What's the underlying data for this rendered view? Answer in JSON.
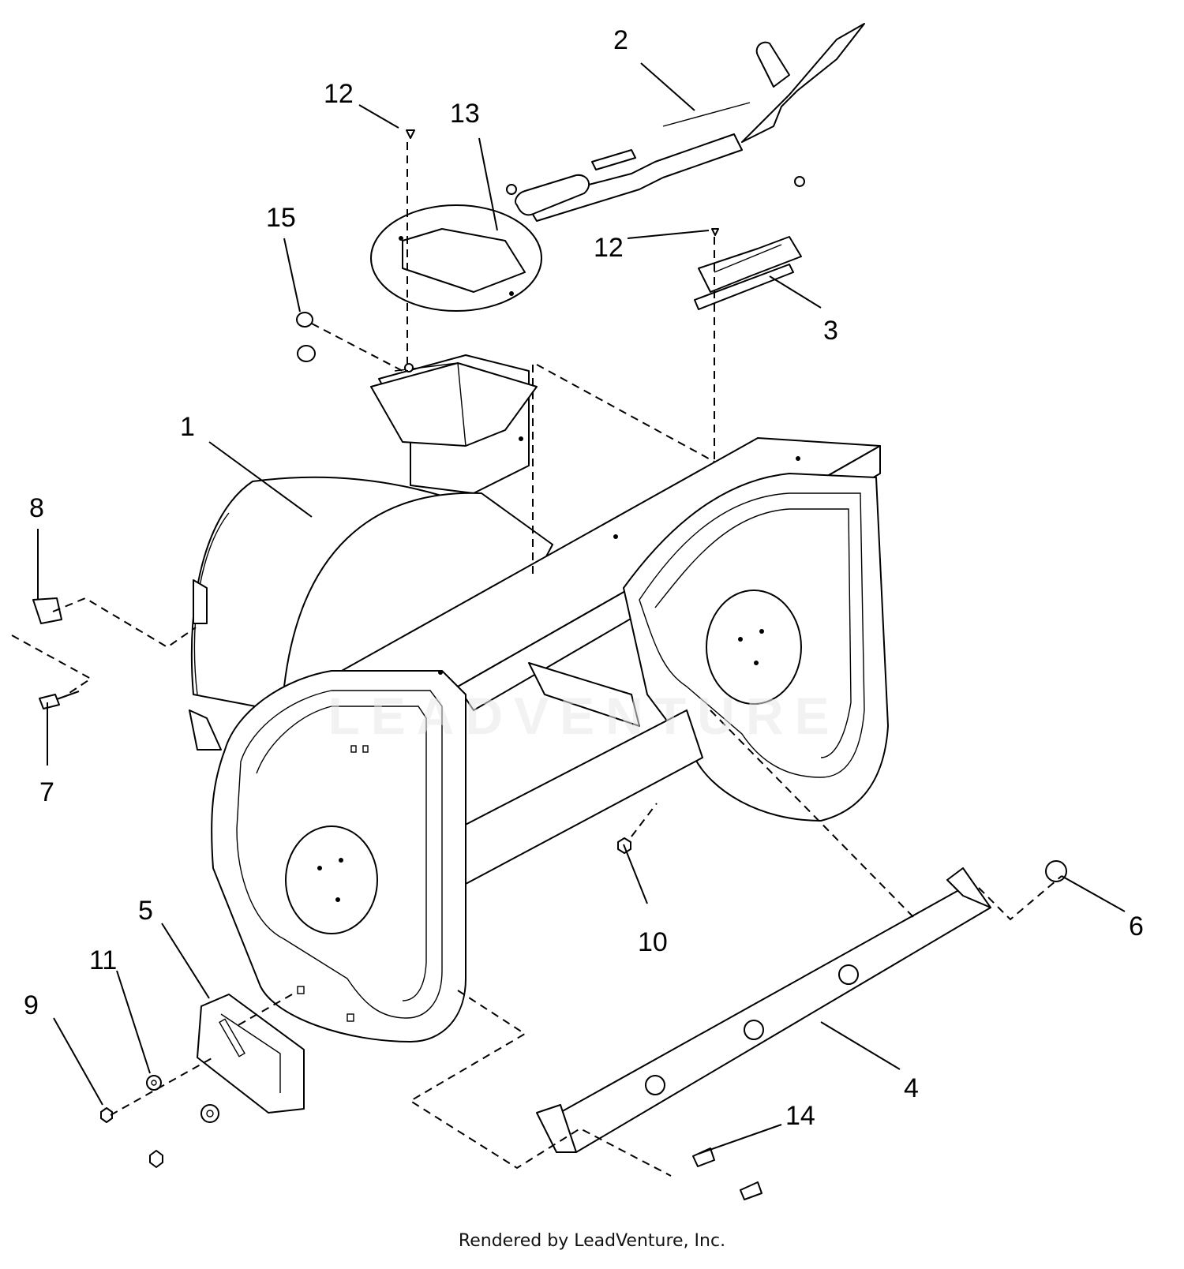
{
  "diagram": {
    "callouts": [
      {
        "id": "c1",
        "label": "1"
      },
      {
        "id": "c2",
        "label": "2"
      },
      {
        "id": "c3",
        "label": "3"
      },
      {
        "id": "c4",
        "label": "4"
      },
      {
        "id": "c5",
        "label": "5"
      },
      {
        "id": "c6",
        "label": "6"
      },
      {
        "id": "c7",
        "label": "7"
      },
      {
        "id": "c8",
        "label": "8"
      },
      {
        "id": "c9",
        "label": "9"
      },
      {
        "id": "c10",
        "label": "10"
      },
      {
        "id": "c11",
        "label": "11"
      },
      {
        "id": "c12a",
        "label": "12"
      },
      {
        "id": "c12b",
        "label": "12"
      },
      {
        "id": "c13",
        "label": "13"
      },
      {
        "id": "c14",
        "label": "14"
      },
      {
        "id": "c15",
        "label": "15"
      }
    ],
    "watermark": "LEADVENTURE"
  },
  "footer": {
    "text": "Rendered by LeadVenture, Inc."
  }
}
